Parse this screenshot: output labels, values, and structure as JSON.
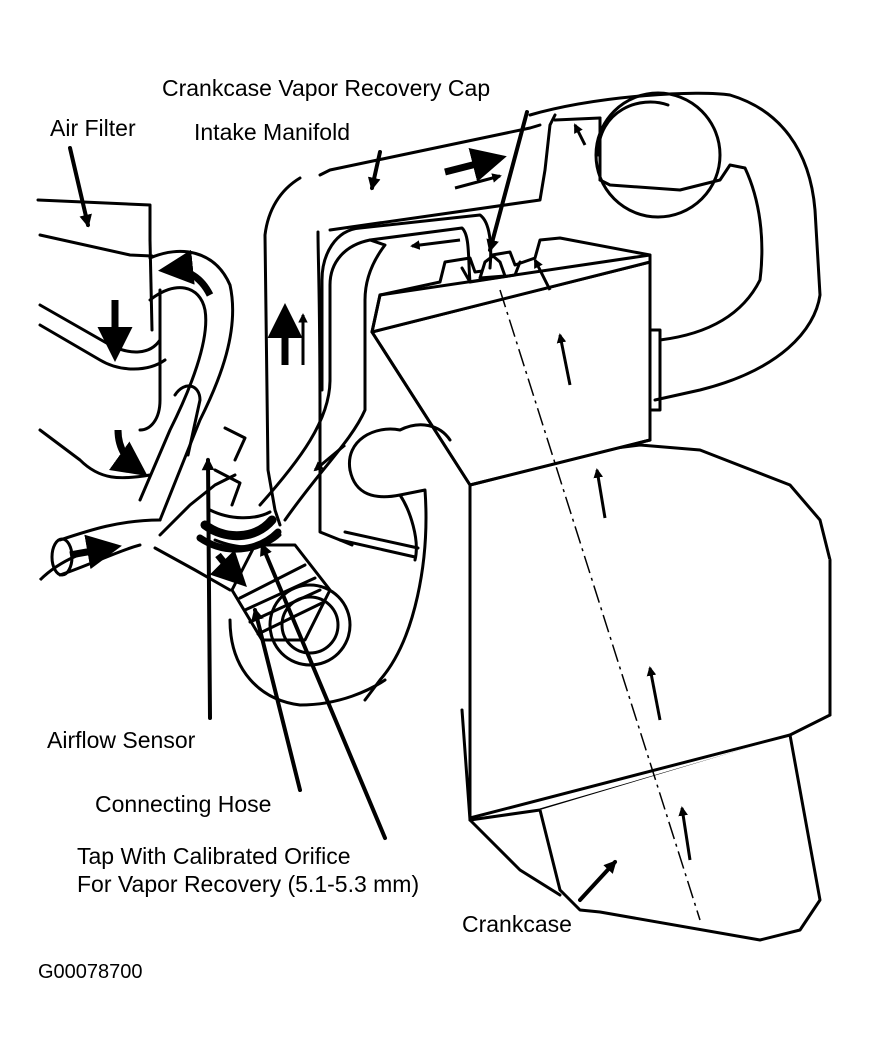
{
  "labels": {
    "crankcase_vapor_recovery_cap": "Crankcase Vapor Recovery Cap",
    "air_filter": "Air Filter",
    "intake_manifold": "Intake Manifold",
    "airflow_sensor": "Airflow Sensor",
    "connecting_hose": "Connecting Hose",
    "tap_line1": "Tap With Calibrated Orifice",
    "tap_line2": "For Vapor Recovery (5.1-5.3 mm)",
    "crankcase": "Crankcase",
    "figure_id": "G00078700"
  }
}
